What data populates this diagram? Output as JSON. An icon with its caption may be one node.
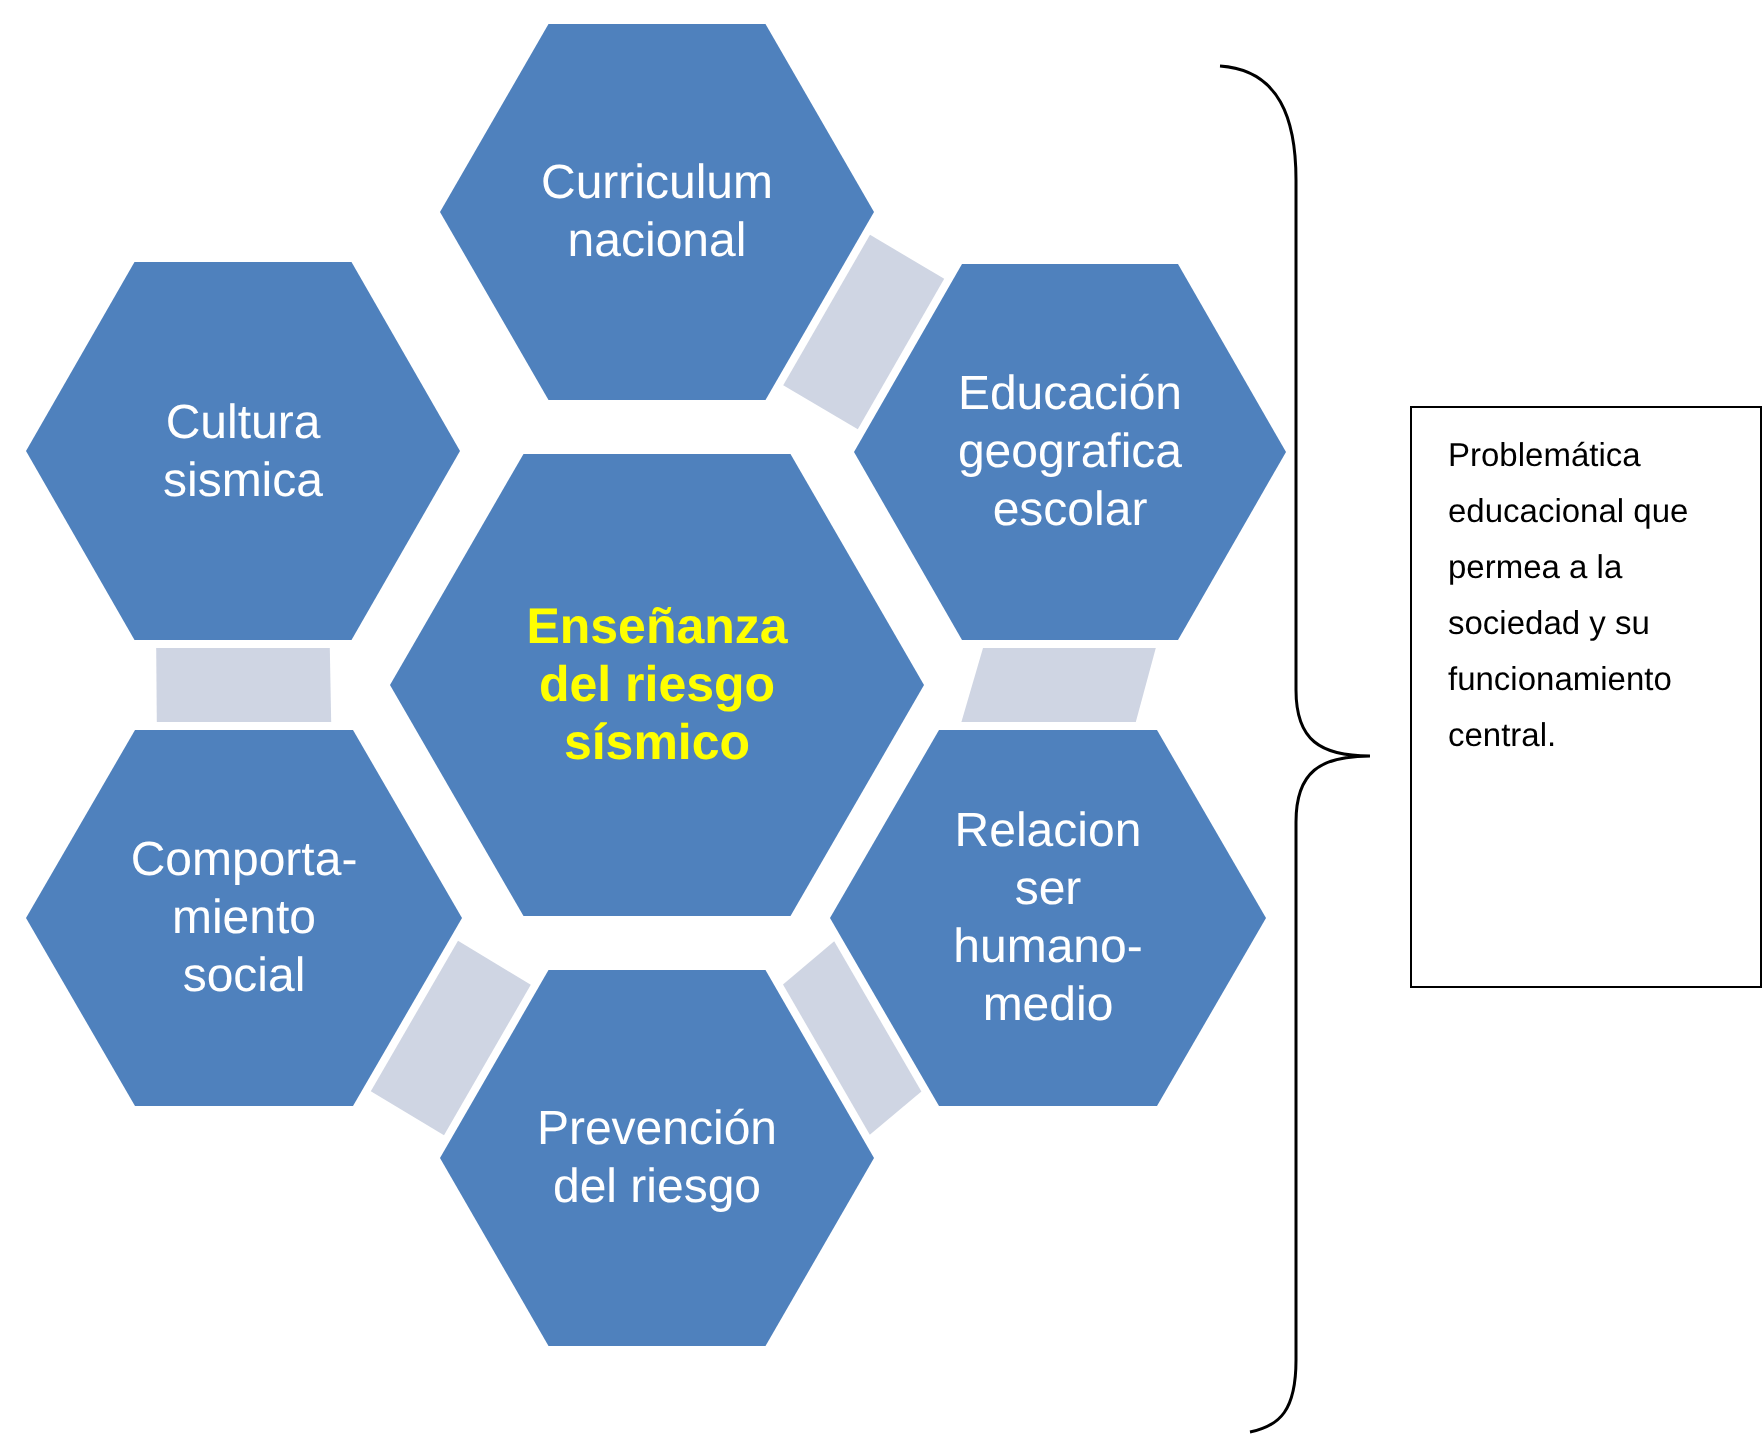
{
  "diagram": {
    "nodes": [
      {
        "text": [
          "Enseñanza del riesgo sísmico"
        ]
      },
      {
        "text": [
          "Curriculum nacional"
        ]
      },
      {
        "text": [
          "Educación geografica escolar"
        ]
      },
      {
        "text": [
          "Relacion ser humano- medio"
        ]
      },
      {
        "text": [
          "Prevención del riesgo"
        ]
      },
      {
        "text": [
          "Comporta- miento social"
        ]
      },
      {
        "text": [
          "Cultura sismica"
        ]
      },
      {
        "text": [
          "Problemática educacional que permea a la sociedad y su funcionamiento central."
        ]
      }
    ],
    "edges": [
      {
        "from": 1,
        "to": 2,
        "arrow": "none",
        "style": "thick"
      },
      {
        "from": 2,
        "to": 3,
        "arrow": "none",
        "style": "thick"
      },
      {
        "from": 3,
        "to": 4,
        "arrow": "none",
        "style": "thick"
      },
      {
        "from": 4,
        "to": 5,
        "arrow": "none",
        "style": "thick"
      },
      {
        "from": 5,
        "to": 6,
        "arrow": "none",
        "style": "thick"
      }
    ]
  }
}
